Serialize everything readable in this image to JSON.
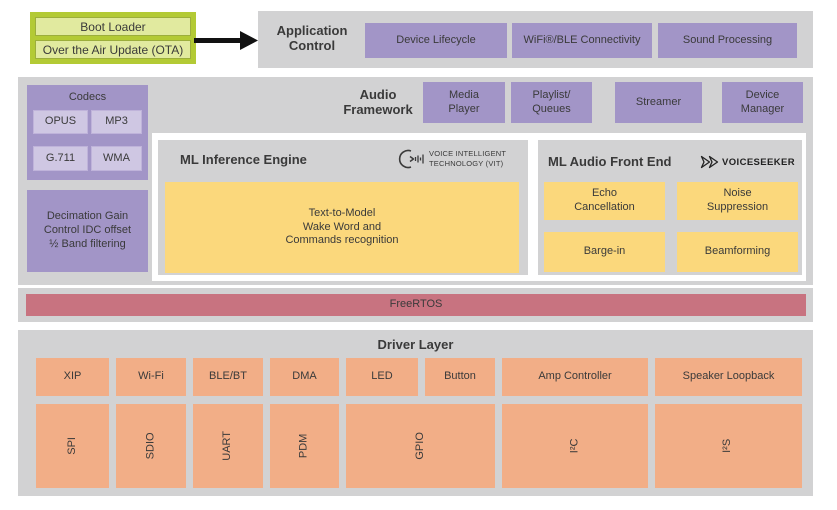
{
  "colors": {
    "gray_panel": "#d2d2d3",
    "purple": "#a295c7",
    "purple_light": "#cfc7e3",
    "yellow": "#fbd87c",
    "orange": "#f2ae87",
    "rtos_pink": "#c87380",
    "boot_green": "#b3ca35",
    "boot_green_light": "#e1ea9f",
    "text": "#3a3a3a"
  },
  "boot": {
    "boot_loader": "Boot Loader",
    "ota": "Over the Air Update (OTA)"
  },
  "application_control": {
    "title": "Application\nControl",
    "boxes": [
      "Device Lifecycle",
      "WiFi®/BLE Connectivity",
      "Sound Processing"
    ]
  },
  "middleware": {
    "codecs": {
      "title": "Codecs",
      "items": [
        "OPUS",
        "MP3",
        "G.711",
        "WMA"
      ]
    },
    "decimation": "Decimation Gain\nControl IDC offset\n½ Band filtering",
    "audio_framework": {
      "title": "Audio\nFramework",
      "boxes": [
        "Media\nPlayer",
        "Playlist/\nQueues",
        "Streamer",
        "Device\nManager"
      ]
    },
    "ml_inference_engine": {
      "title": "ML Inference Engine",
      "logo_text": "VOICE INTELLIGENT\nTECHNOLOGY (VIT)",
      "box": "Text-to-Model\nWake Word and\nCommands recognition"
    },
    "ml_audio_front_end": {
      "title": "ML Audio Front End",
      "logo_text": "VOICESEEKER",
      "boxes": [
        "Echo\nCancellation",
        "Noise\nSuppression",
        "Barge-in",
        "Beamforming"
      ]
    }
  },
  "rtos": {
    "label": "FreeRTOS"
  },
  "driver_layer": {
    "title": "Driver Layer",
    "peripherals": [
      "XIP",
      "Wi-Fi",
      "BLE/BT",
      "DMA",
      "LED",
      "Button",
      "Amp Controller",
      "Speaker Loopback"
    ],
    "interfaces": [
      "SPI",
      "SDIO",
      "UART",
      "PDM",
      "GPIO",
      "I²C",
      "I²S"
    ]
  }
}
